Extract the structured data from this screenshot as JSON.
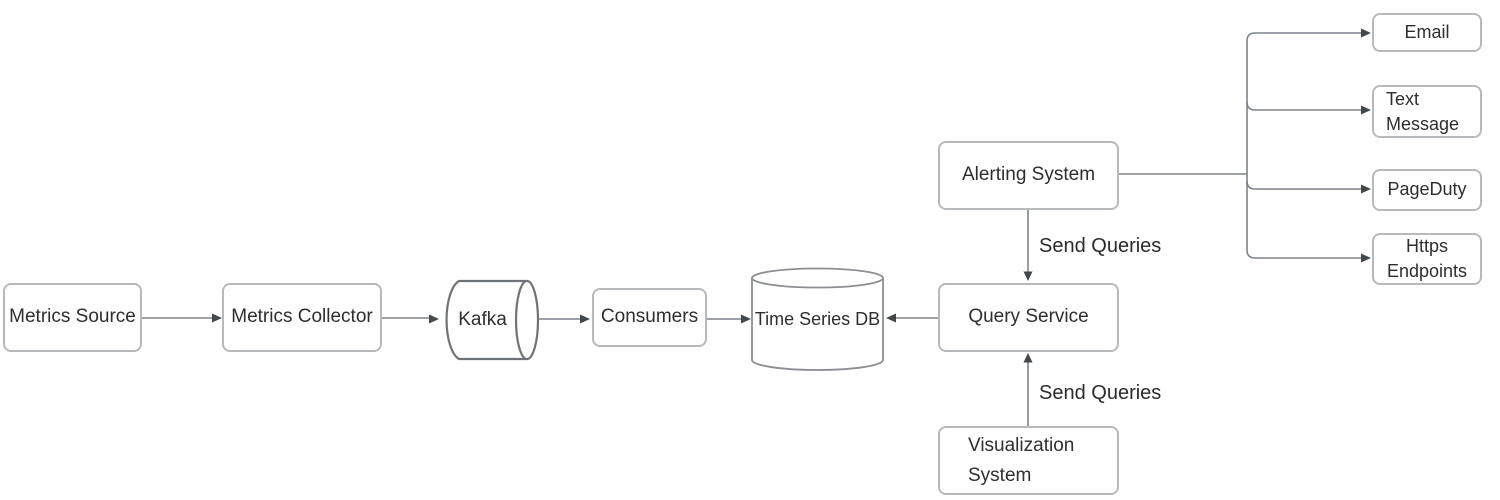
{
  "diagram": {
    "kind": "architecture-flowchart",
    "nodes": {
      "metrics_source": {
        "label": "Metrics Source",
        "shape": "rect"
      },
      "metrics_collector": {
        "label": "Metrics Collector",
        "shape": "rect"
      },
      "kafka": {
        "label": "Kafka",
        "shape": "horizontal-cylinder"
      },
      "consumers": {
        "label": "Consumers",
        "shape": "rect"
      },
      "time_series_db": {
        "label": "Time Series DB",
        "shape": "vertical-cylinder"
      },
      "query_service": {
        "label": "Query Service",
        "shape": "rect"
      },
      "alerting_system": {
        "label": "Alerting System",
        "shape": "rect"
      },
      "visualization_system": {
        "label": "Visualization System",
        "shape": "rect"
      },
      "email": {
        "label": "Email",
        "shape": "rect"
      },
      "text_message": {
        "label": "Text Message",
        "shape": "rect"
      },
      "pageduty": {
        "label": "PageDuty",
        "shape": "rect"
      },
      "https_endpoints": {
        "label": "Https Endpoints",
        "shape": "rect"
      }
    },
    "edges": [
      {
        "from": "Metrics Source",
        "to": "Metrics Collector",
        "label": ""
      },
      {
        "from": "Metrics Collector",
        "to": "Kafka",
        "label": ""
      },
      {
        "from": "Kafka",
        "to": "Consumers",
        "label": ""
      },
      {
        "from": "Consumers",
        "to": "Time Series DB",
        "label": ""
      },
      {
        "from": "Query Service",
        "to": "Time Series DB",
        "label": ""
      },
      {
        "from": "Alerting System",
        "to": "Query Service",
        "label": "Send Queries"
      },
      {
        "from": "Visualization System",
        "to": "Query Service",
        "label": "Send Queries"
      },
      {
        "from": "Alerting System",
        "to": "Email",
        "label": ""
      },
      {
        "from": "Alerting System",
        "to": "Text Message",
        "label": ""
      },
      {
        "from": "Alerting System",
        "to": "PageDuty",
        "label": ""
      },
      {
        "from": "Alerting System",
        "to": "Https Endpoints",
        "label": ""
      }
    ],
    "colors": {
      "background": "#ffffff",
      "box_border": "#b7babd",
      "box_fill": "#ffffff",
      "connector_line": "#7e848b",
      "arrowhead": "#43484d",
      "cylinder_stroke": "#6f7377",
      "text": "#2e2e2e"
    }
  }
}
